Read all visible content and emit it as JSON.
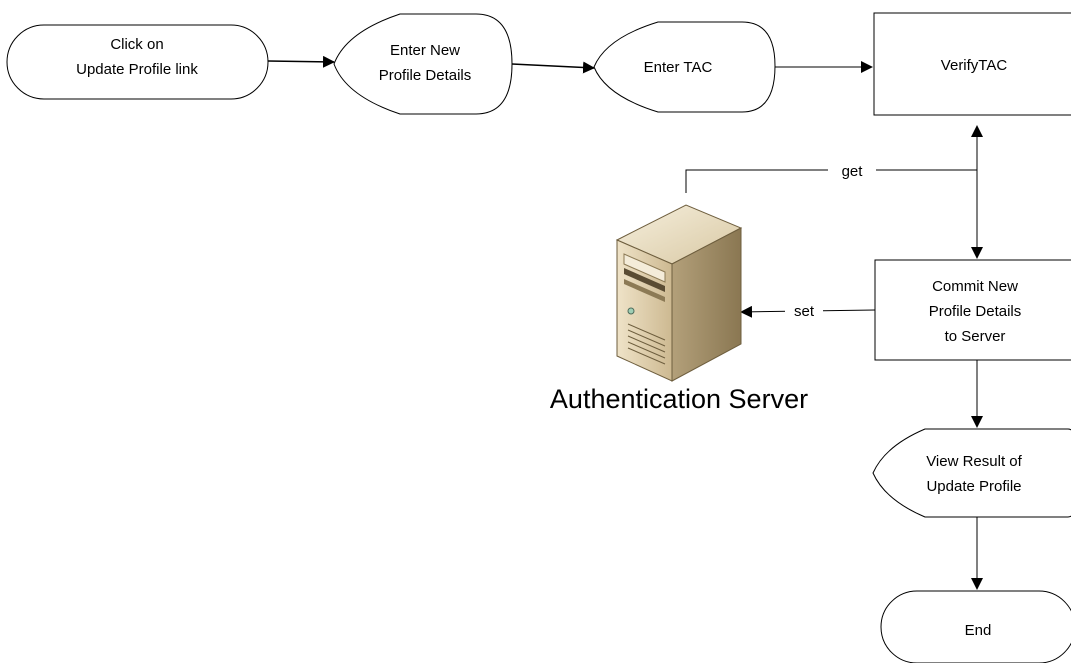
{
  "diagram": {
    "nodes": {
      "click_update": {
        "lines": [
          "Click on",
          "Update Profile link"
        ]
      },
      "enter_details": {
        "lines": [
          "Enter New",
          "Profile Details"
        ]
      },
      "enter_tac": {
        "lines": [
          "Enter TAC"
        ]
      },
      "verify_tac": {
        "lines": [
          "VerifyTAC"
        ]
      },
      "commit": {
        "lines": [
          "Commit New",
          "Profile Details",
          "to Server"
        ]
      },
      "view_result": {
        "lines": [
          "View Result of",
          "Update Profile"
        ]
      },
      "end": {
        "lines": [
          "End"
        ]
      }
    },
    "server": {
      "label": "Authentication Server",
      "icon": "server-tower-icon"
    },
    "edges": {
      "get": "get",
      "set": "set"
    },
    "colors": {
      "stroke": "#000000",
      "fill": "#ffffff",
      "server_body": "#d9c9a6",
      "server_side": "#b8a47c",
      "server_dark": "#7d6b48"
    }
  }
}
